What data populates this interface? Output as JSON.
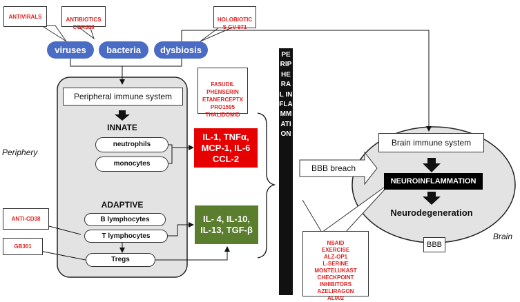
{
  "drug_boxes": {
    "antivirals": "ANTIVIRALS",
    "antibiotics": "ANTIBIOTICS\nCOR388",
    "holobiotics": "HOLOBIOTIC\nS GV-971",
    "cytokine_drugs": "FASUDIL\nPHENSERIN\nETANERCEPTX\nPRO1595\nTHALIDOMID",
    "anti_cd38": "ANTI-CD38",
    "gb301": "GB301",
    "brain_drugs": "NSAID\nEXERCISE\nALZ-OP1\nL-SERINE\nMONTELUKAST\nCHECKPOINT\nINHIBITORS\nAZELIRAGON\nAL002"
  },
  "microbes": {
    "viruses": "viruses",
    "bacteria": "bacteria",
    "dysbiosis": "dysbiosis"
  },
  "periphery": {
    "immune_system": "Peripheral immune system",
    "innate": "INNATE",
    "neutrophils": "neutrophils",
    "monocytes": "monocytes",
    "adaptive": "ADAPTIVE",
    "b_lymphocytes": "B lymphocytes",
    "t_lymphocytes": "T lymphocytes",
    "tregs": "Tregs"
  },
  "cytokines": {
    "proinflammatory": "IL-1, TNFα,\nMCP-1, IL-6\nCCL-2",
    "antiinflammatory": "IL- 4, IL-10,\nIL-13, TGF-β",
    "pro_color": "#e60000",
    "anti_color": "#5a7d2e"
  },
  "bar_label": "PERIPHERAL INFLAMMATION",
  "region_labels": {
    "periphery": "Periphery",
    "brain": "Brain"
  },
  "brain": {
    "immune_system": "Brain immune system",
    "neuroinflammation": "NEUROINFLAMMATION",
    "neurodegeneration": "Neurodegeneration",
    "bbb": "BBB",
    "bbb_breach": "BBB breach"
  }
}
